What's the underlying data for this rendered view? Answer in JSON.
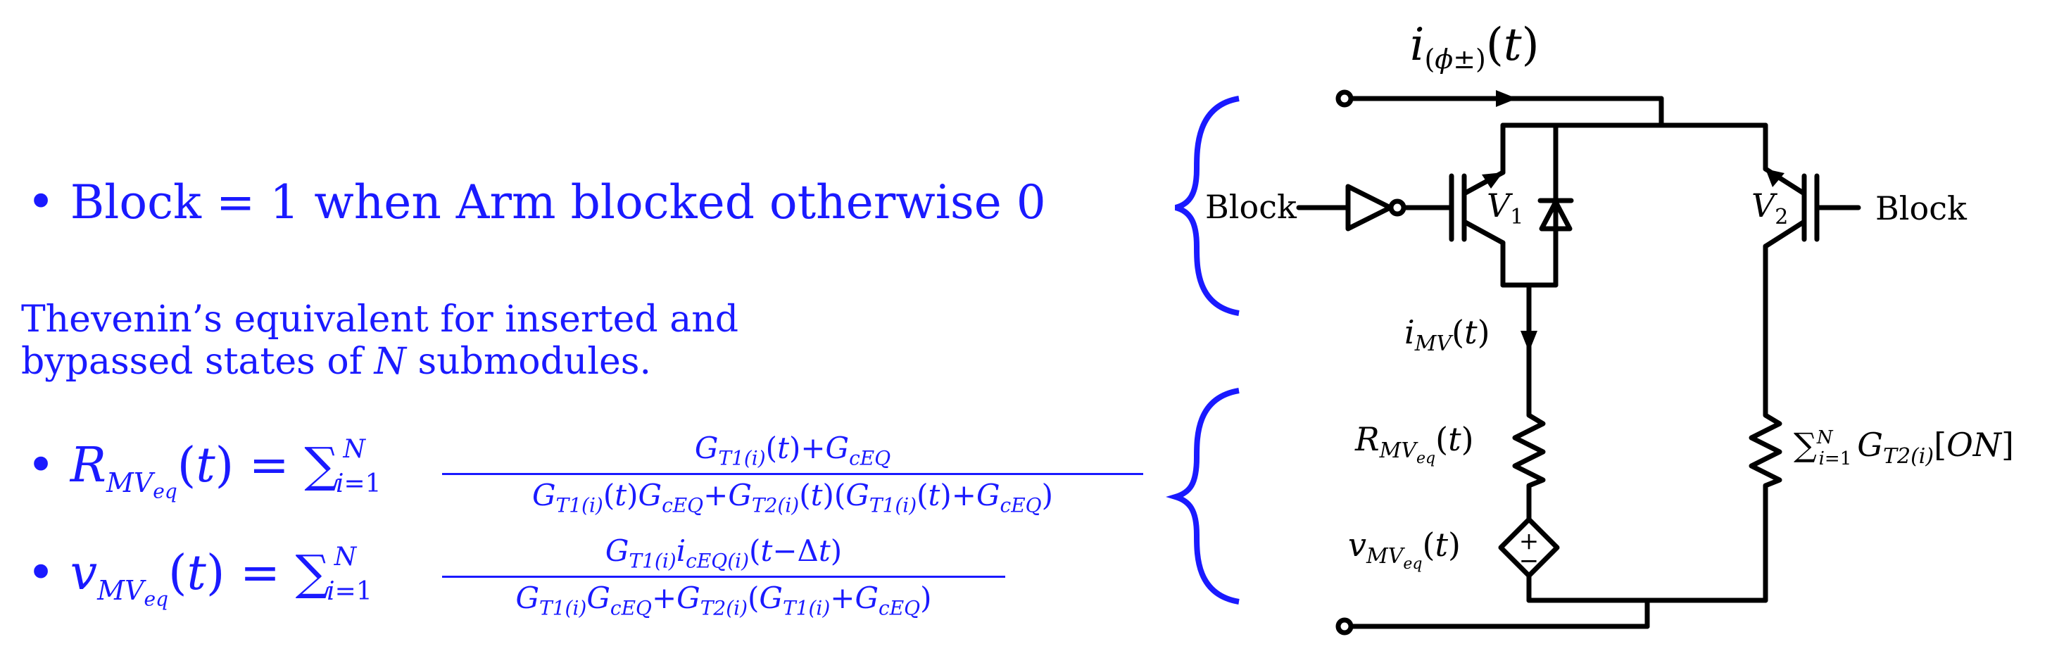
{
  "left": {
    "bullet_symbol": "•",
    "block_line": "Block = 1 when Arm blocked otherwise 0",
    "thevenin_line1": "Thevenin’s equivalent for inserted and",
    "thevenin_line2": "bypassed states of N submodules.",
    "r_eq_lhs": "R_MV_eq(t) = ∑_{i=1}^{N}",
    "r_eq_num": "G_T1(i)(t)+G_cEQ",
    "r_eq_den": "G_T1(i)(t)G_cEQ+G_T2(i)(t)(G_T1(i)(t)+G_cEQ)",
    "v_eq_lhs": "v_MV_eq(t) = ∑_{i=1}^{N}",
    "v_eq_num": "G_T1(i)i_cEQ(i)(t−Δt)",
    "v_eq_den": "G_T1(i)G_cEQ+G_T2(i)(G_T1(i)+G_cEQ)"
  },
  "circuit": {
    "current_top": "i_(φ±)(t)",
    "block_left": "Block",
    "block_right": "Block",
    "v1": "V_1",
    "v2": "V_2",
    "i_mv": "i_MV(t)",
    "r_mv": "R_MV_eq(t)",
    "v_mv": "v_MV_eq(t)",
    "g_t2_sum": "∑_{i=1}^{N} G_T2(i)[ON]"
  },
  "colors": {
    "text_blue": "#1a1aff",
    "brace_blue": "#1a1aff",
    "circuit": "#000000"
  }
}
